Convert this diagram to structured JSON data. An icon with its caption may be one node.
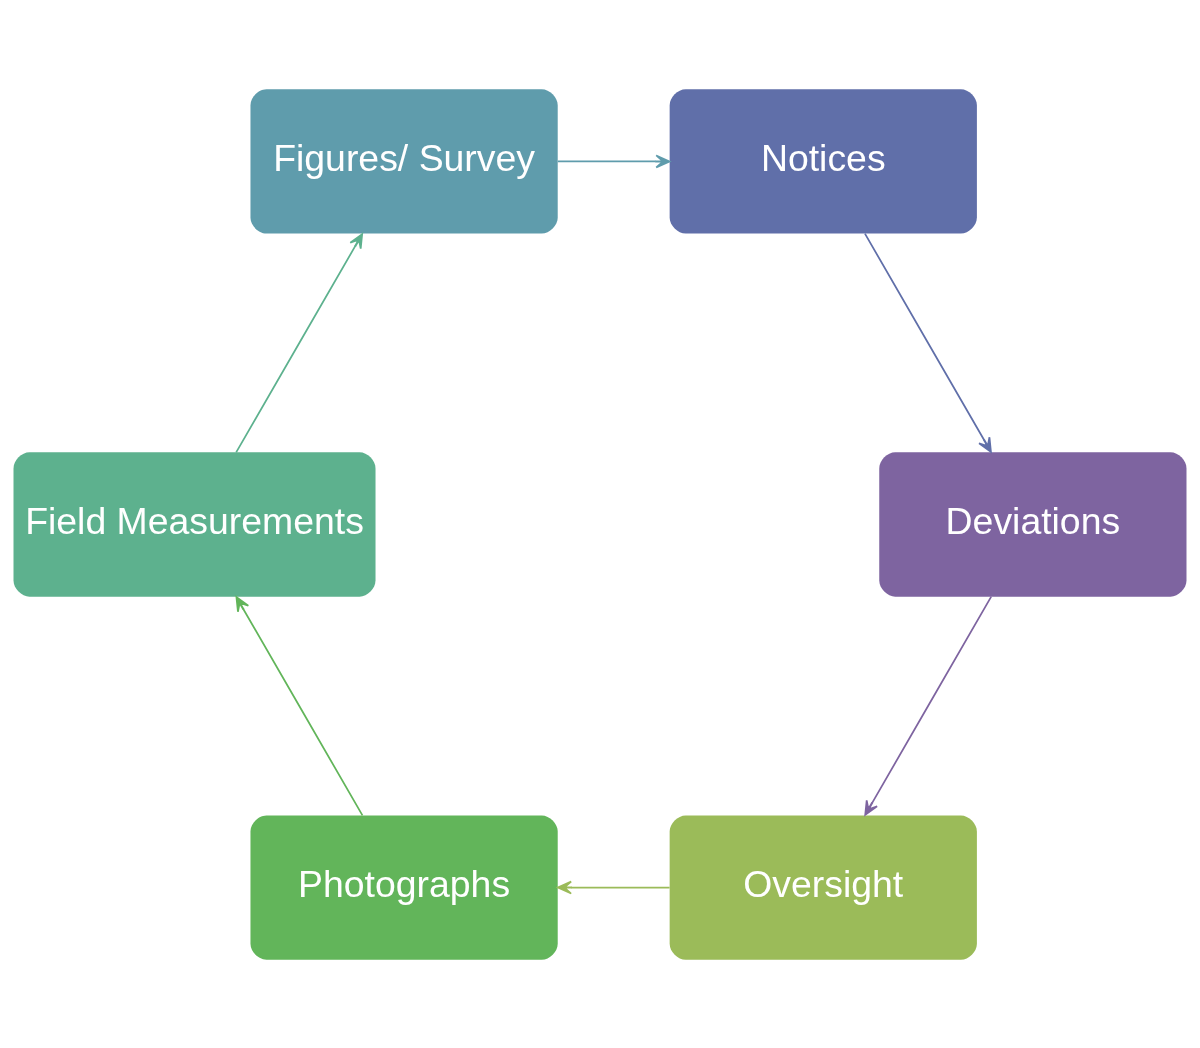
{
  "diagram": {
    "nodes": [
      {
        "text": [
          "Oversight"
        ]
      },
      {
        "text": [
          "Photographs"
        ]
      },
      {
        "text": [
          "Field Measurements"
        ]
      },
      {
        "text": [
          "Figures/ Survey"
        ]
      },
      {
        "text": [
          "Notices"
        ]
      },
      {
        "text": [
          "Deviations"
        ]
      }
    ],
    "edges": [
      {
        "from": 0,
        "to": 1,
        "arrow": "to",
        "color": "#9bbb59"
      },
      {
        "from": 1,
        "to": 2,
        "arrow": "to",
        "color": "#62b55a"
      },
      {
        "from": 2,
        "to": 3,
        "arrow": "to",
        "color": "#5db18e"
      },
      {
        "from": 3,
        "to": 4,
        "arrow": "to",
        "color": "#5f9cac"
      },
      {
        "from": 4,
        "to": 5,
        "arrow": "to",
        "color": "#606fa9"
      },
      {
        "from": 5,
        "to": 0,
        "arrow": "to",
        "color": "#7e64a0"
      }
    ]
  }
}
